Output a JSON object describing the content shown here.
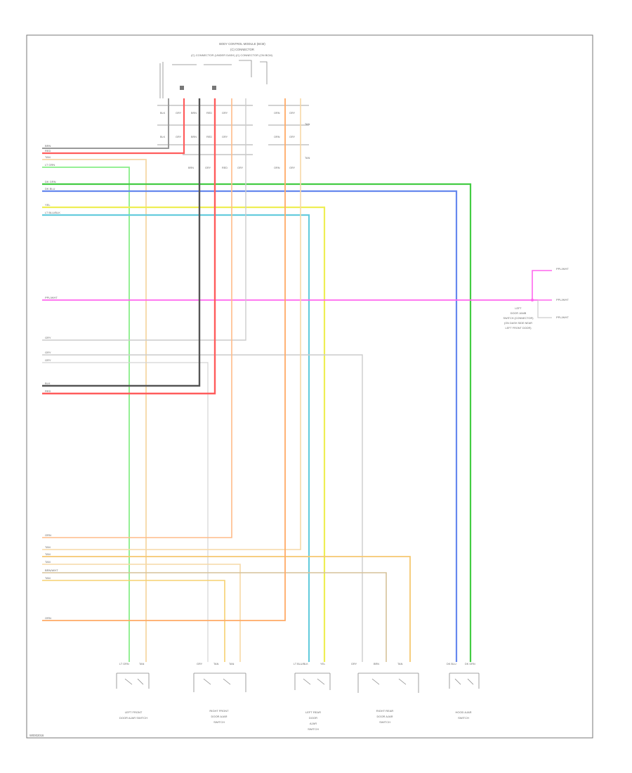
{
  "connector_header": {
    "line1": "BODY CONTROL MODULE (BCM)",
    "line2": "(C) CONNECTOR",
    "line3": "(C) CONNECTOR (UNDER DASH) (C) CONNECTOR (ON BCM)"
  },
  "left_wires": [
    {
      "label": "BRN",
      "color": "#9a9a9a"
    },
    {
      "label": "RED",
      "color": "#ff5c5c"
    },
    {
      "label": "TAN",
      "color": "#f6d8a6"
    },
    {
      "label": "LT GRN",
      "color": "#88ee88"
    },
    {
      "label": "DK GRN",
      "color": "#44cc44"
    },
    {
      "label": "DK BLU",
      "color": "#6688ee"
    },
    {
      "label": "YEL",
      "color": "#eeee55"
    },
    {
      "label": "LT BLU/BLK",
      "color": "#66ccdd"
    },
    {
      "label": "PPL/WHT",
      "color": "#ff66ee"
    },
    {
      "label": "GRY",
      "color": "#cccccc"
    },
    {
      "label": "GRY",
      "color": "#cccccc"
    },
    {
      "label": "GRY",
      "color": "#cccccc"
    },
    {
      "label": "BLK",
      "color": "#555555"
    },
    {
      "label": "RED",
      "color": "#ff5c5c"
    },
    {
      "label": "ORN",
      "color": "#ffbb88"
    },
    {
      "label": "TAN",
      "color": "#f6d8a6"
    },
    {
      "label": "TAN",
      "color": "#f6d8a6"
    },
    {
      "label": "TAN",
      "color": "#f6d8a6"
    },
    {
      "label": "BRN/WHT",
      "color": "#d6c29a"
    },
    {
      "label": "TAN",
      "color": "#f6d8a6"
    },
    {
      "label": "ORN",
      "color": "#ffaa66"
    }
  ],
  "top_pins_left": [
    "BLK",
    "GRY",
    "BRN",
    "RED",
    "GRY"
  ],
  "top_pins_right": [
    "ORN",
    "GRY",
    "TAN"
  ],
  "right_side": {
    "labels": [
      "PPL/WHT",
      "PPL/WHT",
      "PPL/WHT"
    ],
    "device_note": [
      "LEFT",
      "DOOR JAMB",
      "SWITCH (CONNECTOR)",
      "(ON DASH SIDE NEAR",
      "LEFT FRONT DOOR)"
    ]
  },
  "switches": [
    {
      "pins": [
        "LT GRN",
        "TAN"
      ],
      "caption": [
        "LEFT FRONT",
        "DOOR AJAR SWITCH"
      ]
    },
    {
      "pins": [
        "GRY",
        "TAN",
        "TAN"
      ],
      "caption": [
        "RIGHT FRONT",
        "DOOR AJAR",
        "SWITCH"
      ]
    },
    {
      "pins": [
        "LT BLU/BLK",
        "YEL"
      ],
      "caption": [
        "LEFT REAR",
        "DOOR",
        "AJAR",
        "SWITCH"
      ]
    },
    {
      "pins": [
        "GRY",
        "BRN",
        "TAN"
      ],
      "caption": [
        "RIGHT REAR",
        "DOOR AJAR",
        "SWITCH"
      ]
    },
    {
      "pins": [
        "DK BLU",
        "DK GRN"
      ],
      "caption": [
        "HOOD AJAR",
        "SWITCH"
      ]
    }
  ],
  "footer_code": "W0002016"
}
